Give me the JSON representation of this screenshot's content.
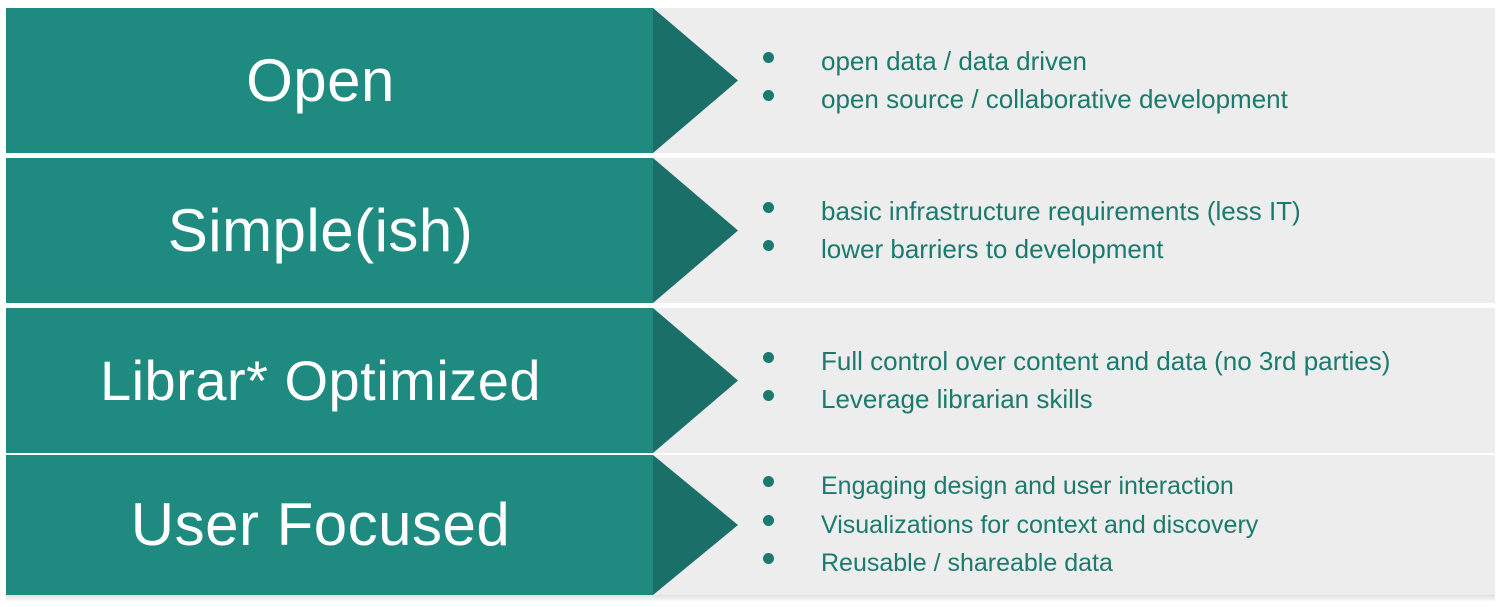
{
  "colors": {
    "chevron_body": "#1f8a80",
    "chevron_head": "#1a7068",
    "panel_background": "#ededed",
    "label_text": "#ffffff",
    "bullet_text": "#1b7a6e",
    "page_background": "#ffffff"
  },
  "rows": [
    {
      "label": "Open",
      "bullets": [
        "open data / data driven",
        "open source / collaborative development"
      ]
    },
    {
      "label": "Simple(ish)",
      "bullets": [
        "basic infrastructure requirements (less IT)",
        "lower barriers to development"
      ]
    },
    {
      "label": "Librar* Optimized",
      "bullets": [
        "Full control over content and data (no 3rd parties)",
        "Leverage librarian skills"
      ]
    },
    {
      "label": "User Focused",
      "bullets": [
        "Engaging design and user interaction",
        "Visualizations for context and discovery",
        "Reusable / shareable data"
      ]
    }
  ]
}
